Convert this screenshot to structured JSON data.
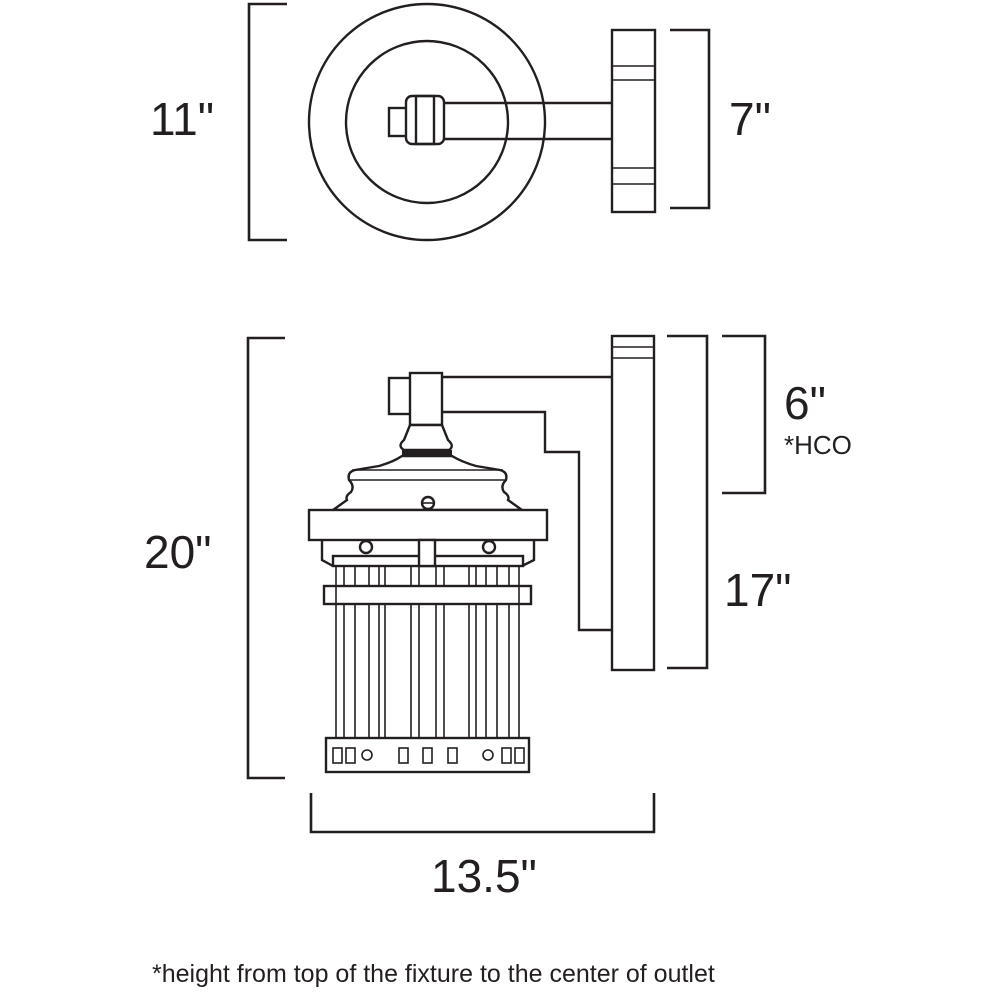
{
  "dimensions": {
    "top_height": "11\"",
    "backplate_height": "7\"",
    "overall_height": "20\"",
    "hco_value": "6\"",
    "hco_tag": "*HCO",
    "mount_height": "17\"",
    "extension": "13.5\""
  },
  "footnote": "*height from top of the fixture to the center of outlet",
  "colors": {
    "line": "#231f20",
    "background": "#ffffff"
  }
}
